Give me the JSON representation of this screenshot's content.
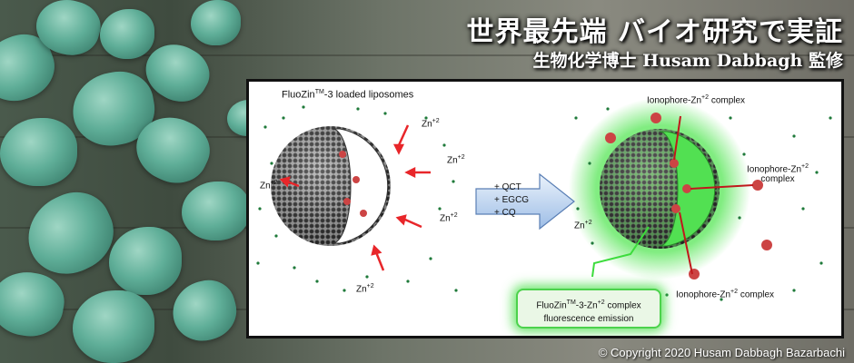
{
  "banner": {
    "headline": "世界最先端 バイオ研究で実証",
    "subline": "生物化学博士 Husam Dabbagh 監修",
    "copyright": "© Copyright 2020 Husam Dabbagh Bazarbachi"
  },
  "figure": {
    "left_title": "FluoZin",
    "left_title_tm": "TM",
    "left_title_rest": "-3 loaded liposomes",
    "zn": "Zn",
    "zn_charge": "+2",
    "treatments": [
      "+ QCT",
      "+ EGCG",
      "+ CQ"
    ],
    "ionophore_top": "Ionophore-Zn",
    "ionophore_right_line1": "Ionophore-Zn",
    "ionophore_right_line2": "complex",
    "ionophore_bottom": "Ionophore-Zn",
    "complex_word": "complex",
    "emission_line1_a": "FluoZin",
    "emission_line1_tm": "TM",
    "emission_line1_b": "-3-Zn",
    "emission_line1_c": " complex",
    "emission_line2": "fluorescence emission"
  },
  "colors": {
    "glow": "#3cdc3c",
    "arrow": "#e8262a",
    "ion_dot": "#1f7a3a"
  }
}
